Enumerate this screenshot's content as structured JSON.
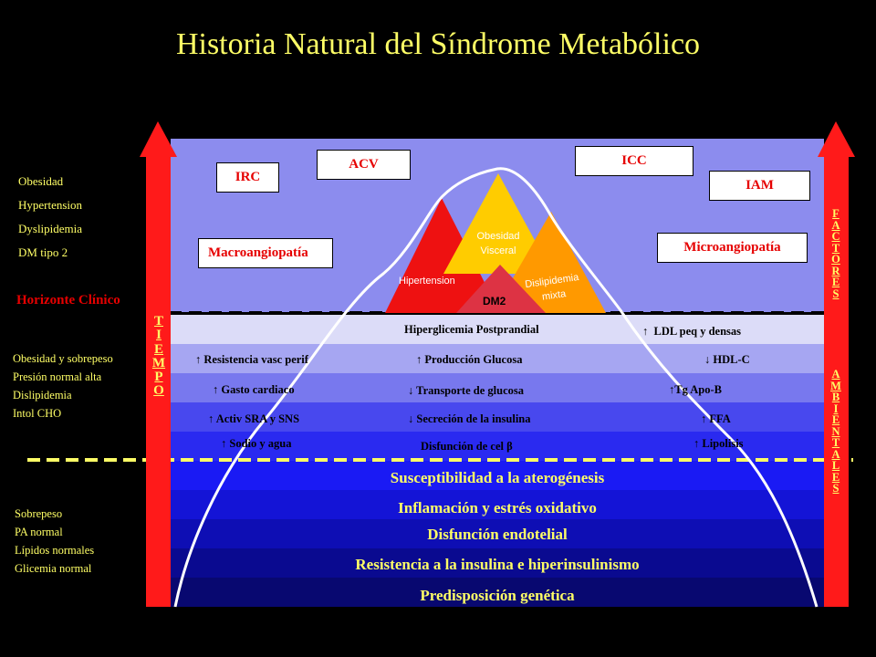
{
  "title": "Historia Natural del Síndrome Metabólico",
  "left_top": [
    "Obesidad",
    "Hypertension",
    "Dyslipidemia",
    "DM tipo 2"
  ],
  "horizon": "Horizonte Clínico",
  "left_mid": [
    "Obesidad y sobrepeso",
    "Presión normal alta",
    "Dislipidemia",
    "Intol CHO"
  ],
  "left_bottom": [
    "Sobrepeso",
    "PA normal",
    "Lípidos normales",
    "Glicemia normal"
  ],
  "boxes": {
    "irc": "IRC",
    "acv": "ACV",
    "icc": "ICC",
    "iam": "IAM",
    "macro": "Macroangiopatía",
    "micro": "Microangiopatía"
  },
  "peaks": {
    "hipertension": "Hipertension",
    "obesidad": "Obesidad Visceral",
    "dislipidemia": "Dislipidemia mixta",
    "dm2": "DM2"
  },
  "rows": {
    "r1": {
      "left": "",
      "mid": "Hiperglicemia  Postprandial",
      "right": "LDL peq y densas"
    },
    "r2": {
      "left": "Resistencia vasc perif",
      "mid": "Producción Glucosa",
      "right": "HDL-C"
    },
    "r3": {
      "left": "Gasto cardiaco",
      "mid": "Transporte de glucosa",
      "right": "Tg   Apo-B"
    },
    "r4": {
      "left": "Activ SRA y SNS",
      "mid": "Secreción de la insulina",
      "right": "FFA"
    },
    "r5": {
      "left": "Sodio y agua",
      "mid": "Disfunción de cel β",
      "right": "Lipolisis"
    }
  },
  "bottom_rows": [
    "Susceptibilidad a la aterogénesis",
    "Inflamación y estrés oxidativo",
    "Disfunción endotelial",
    "Resistencia a la insulina e hiperinsulinismo",
    "Predisposición genética"
  ],
  "tiempo": "TIEMPO",
  "factores": "FACTORES",
  "ambientales": "AMBIENTALES",
  "arrows": {
    "up": "↑",
    "down": "↓"
  },
  "colors": {
    "title": "#ffff66",
    "box_text": "#e60000",
    "arrow": "#ff1a1a"
  }
}
